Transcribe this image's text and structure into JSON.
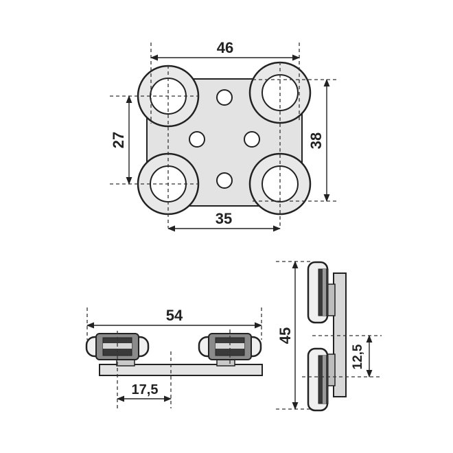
{
  "diagram": {
    "top_view": {
      "dim_width_outer": "46",
      "dim_height_outer": "38",
      "dim_height_inner": "27",
      "dim_width_inner": "35"
    },
    "front_view": {
      "dim_overall_width": "54",
      "dim_offset": "17,5"
    },
    "side_view": {
      "dim_overall_height": "45",
      "dim_offset": "12,5"
    },
    "colors": {
      "plate_fill": "#e3e3e3",
      "wheel_dark": "#333333",
      "wheel_mid": "#8a8a8a",
      "wheel_light": "#f2f2f2",
      "line": "#222222"
    }
  }
}
